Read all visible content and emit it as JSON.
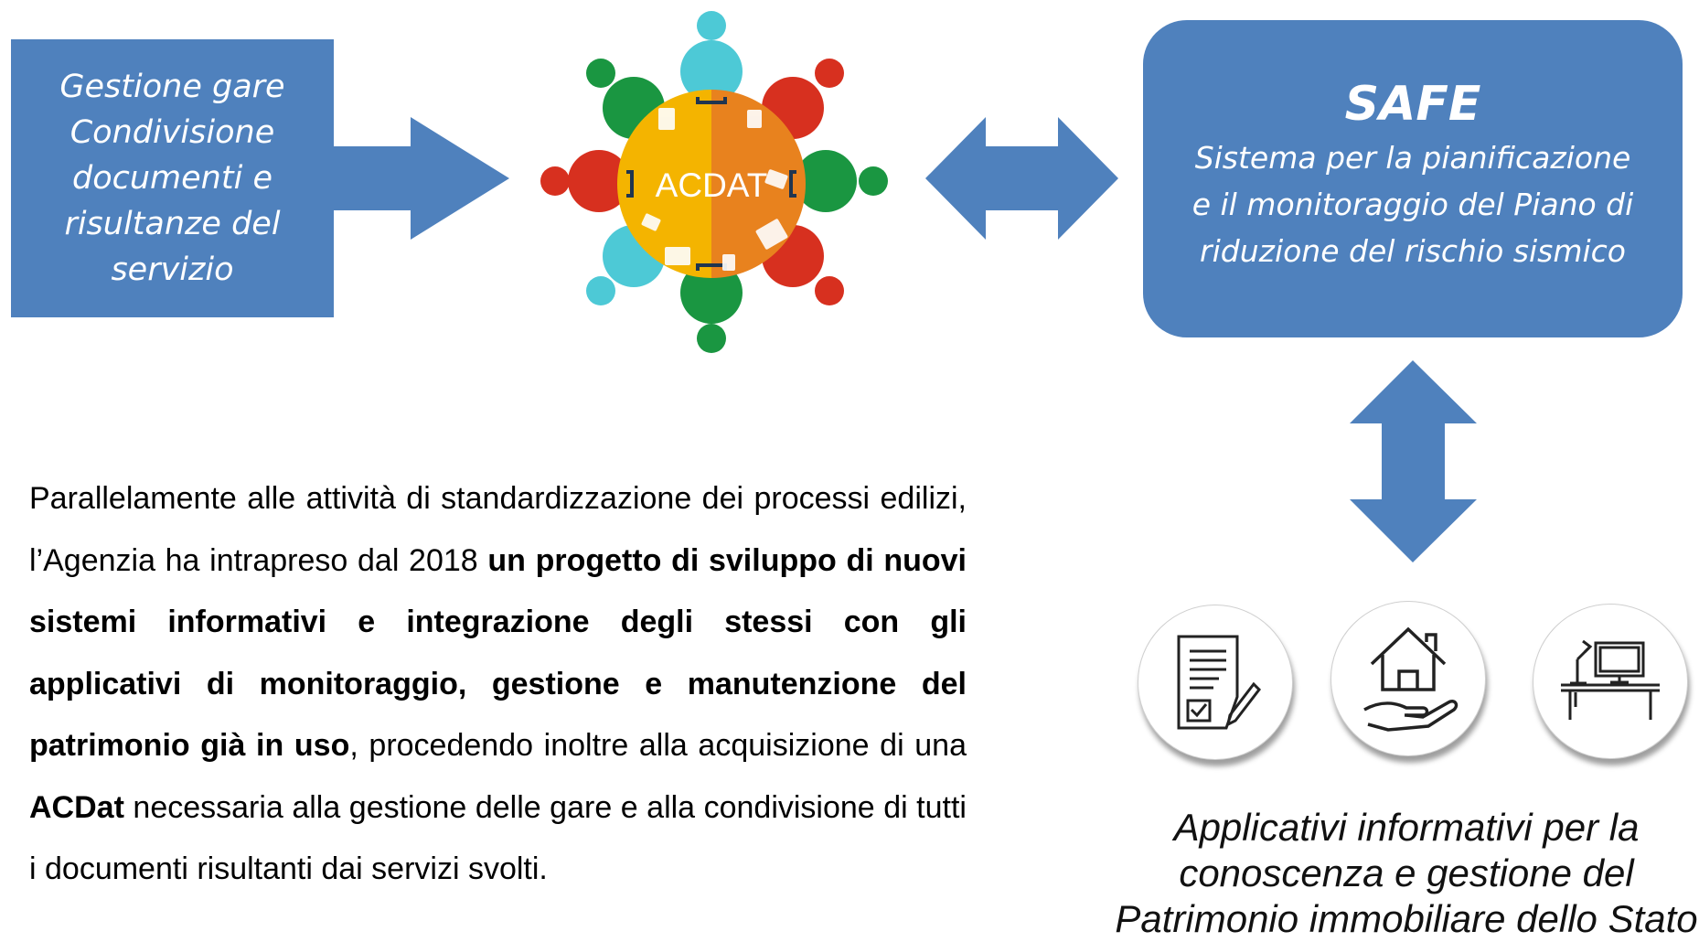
{
  "left_box": {
    "lines": [
      "Gestione gare",
      "Condivisione",
      "documenti e",
      "risultanze del",
      "servizio"
    ]
  },
  "hub": {
    "label": "ACDAT"
  },
  "safe_box": {
    "title": "SAFE",
    "lines": [
      "Sistema per la pianificazione",
      "e il monitoraggio del Piano di",
      "riduzione del rischio sismico"
    ]
  },
  "paragraph": {
    "p1": "Parallelamente alle attività di standardizzazione dei processi edilizi, l’Agenzia ha intrapreso dal 2018 ",
    "b1": "un progetto di sviluppo di nuovi sistemi informativi e integrazione degli stessi con gli applicativi di monitoraggio, gestione e manutenzione del patrimonio già in uso",
    "p2": ", procedendo inoltre alla acquisizione di una ",
    "b2": "ACDat",
    "p3": " necessaria alla gestione delle gare e alla condivisione di tutti i documenti risultanti dai servizi svolti."
  },
  "icons": [
    "document-check-icon",
    "house-hand-icon",
    "desk-computer-icon"
  ],
  "caption": {
    "lines": [
      "Applicativi informativi per la",
      "conoscenza e gestione del",
      "Patrimonio immobiliare dello Stato"
    ]
  },
  "colors": {
    "accent_blue": "#4f81bd",
    "hub_yellow": "#f4b400",
    "hub_orange": "#e8821e",
    "seat_green": "#1a9641",
    "seat_red": "#d7301f",
    "seat_cyan": "#4dc9d6"
  }
}
